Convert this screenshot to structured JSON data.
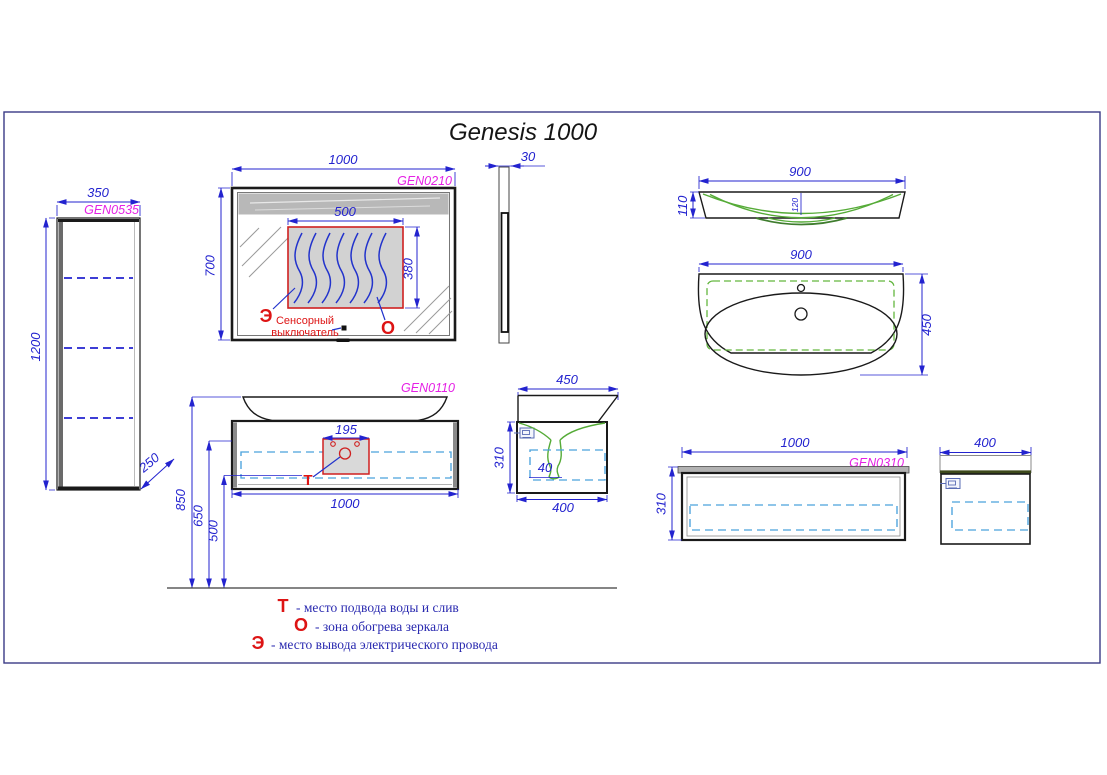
{
  "title": "Genesis 1000",
  "colors": {
    "dimension_blue": "#2323cf",
    "product_code_magenta": "#e521e5",
    "marker_red": "#dd1414",
    "legend_blue": "#2a2ab0",
    "heater_green": "#55ab37",
    "drawer_dash_cyan": "#4aa2dc"
  },
  "tall_cabinet": {
    "code": "GEN0535",
    "width": "350",
    "height": "1200",
    "depth": "250"
  },
  "mirror": {
    "code": "GEN0210",
    "width": "1000",
    "height": "700",
    "thickness": "30",
    "heated_zone_width": "500",
    "heated_zone_height": "380",
    "electrical_marker": "Э",
    "heating_marker": "О",
    "sensor_label_line1": "Сенсорный",
    "sensor_label_line2": "выключатель"
  },
  "washbasin_front": {
    "width": "900",
    "height": "110",
    "bowl_depth": "120"
  },
  "washbasin_plan": {
    "width": "900",
    "depth": "450"
  },
  "vanity_front": {
    "code": "GEN0110",
    "width": "1000",
    "service_zone_width": "195",
    "water_marker": "Т",
    "height_floor_to_top": "850",
    "height_floor_to_zone": "650",
    "height_floor_to_drain": "500"
  },
  "vanity_side": {
    "worktop_depth": "450",
    "cabinet_height": "310",
    "cabinet_depth": "400",
    "clearance": "40"
  },
  "wall_cabinet": {
    "code": "GEN0310",
    "width": "1000",
    "height": "310",
    "depth": "400"
  },
  "legend": [
    {
      "symbol": "Т",
      "text": "- место подвода воды и слив"
    },
    {
      "symbol": "О",
      "text": "- зона обогрева зеркала"
    },
    {
      "symbol": "Э",
      "text": "- место вывода электрического провода"
    }
  ]
}
